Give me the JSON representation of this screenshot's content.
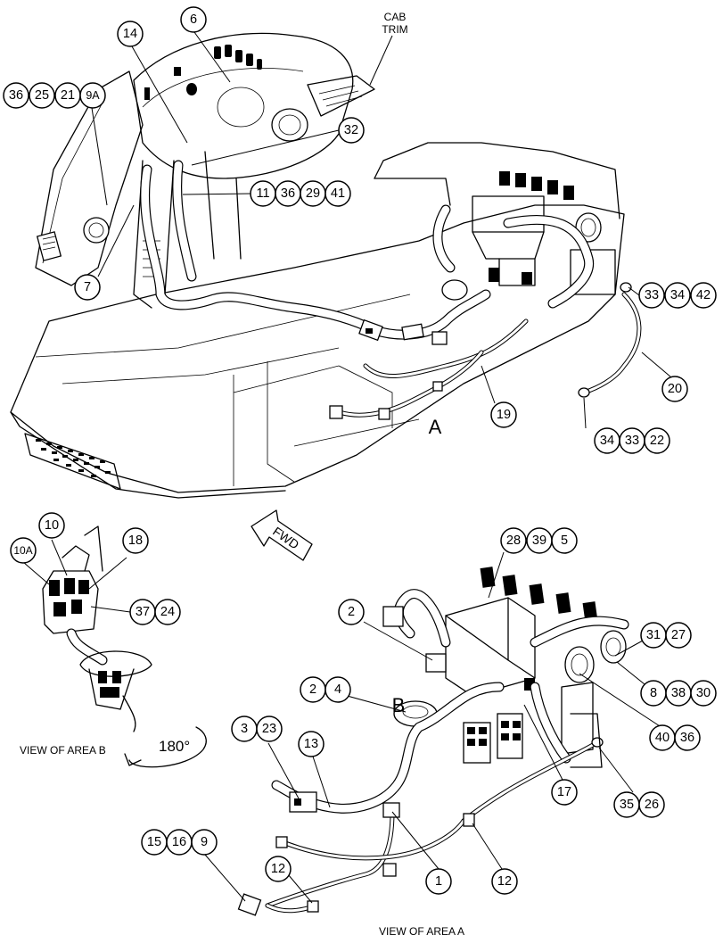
{
  "labels": {
    "cab_trim_line1": "CAB",
    "cab_trim_line2": "TRIM",
    "area_a": "A",
    "area_b": "B",
    "fwd": "FWD",
    "view_area_b": "VIEW OF AREA B",
    "view_area_a": "VIEW OF AREA A",
    "rotation": "180°"
  },
  "callouts": {
    "top_left_group": [
      "36",
      "25",
      "21",
      "9A"
    ],
    "c14": "14",
    "c6": "6",
    "c32": "32",
    "mid_group": [
      "11",
      "36",
      "29",
      "41"
    ],
    "c7": "7",
    "right_group": [
      "33",
      "34",
      "42"
    ],
    "c20": "20",
    "c19": "19",
    "lower_right_group": [
      "34",
      "33",
      "22"
    ],
    "c10": "10",
    "c10a": "10A",
    "c18": "18",
    "group_37_24": [
      "37",
      "24"
    ],
    "group_28_39_5": [
      "28",
      "39",
      "5"
    ],
    "c2a": "2",
    "group_31_27": [
      "31",
      "27"
    ],
    "group_8_38_30": [
      "8",
      "38",
      "30"
    ],
    "group_2_4": [
      "2",
      "4"
    ],
    "group_40_36": [
      "40",
      "36"
    ],
    "group_3_23": [
      "3",
      "23"
    ],
    "c13": "13",
    "c17": "17",
    "group_35_26": [
      "35",
      "26"
    ],
    "group_15_16_9": [
      "15",
      "16",
      "9"
    ],
    "c12a": "12",
    "c1": "1",
    "c12b": "12"
  }
}
